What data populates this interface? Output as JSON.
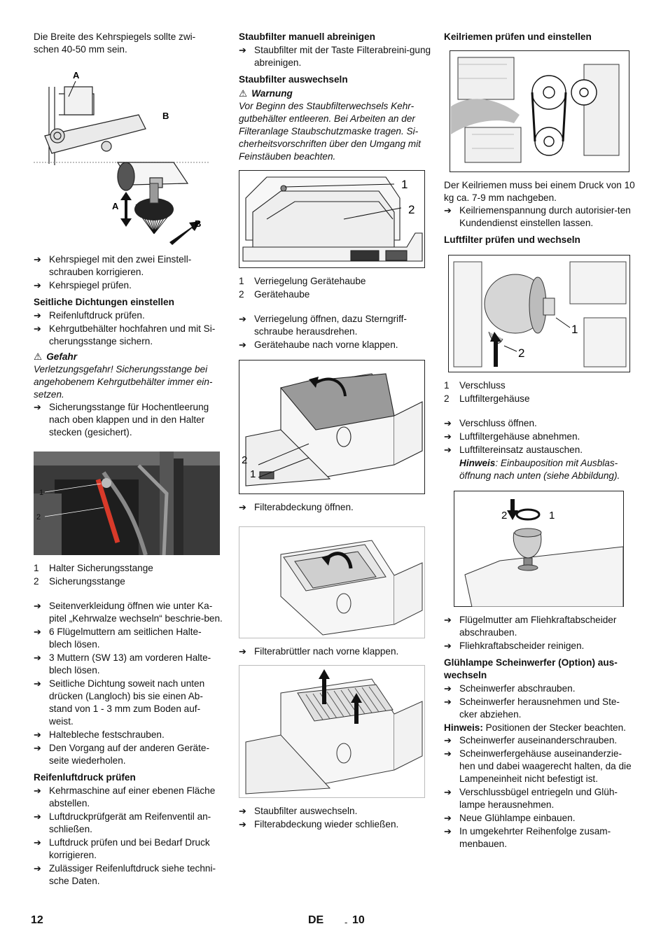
{
  "col1": {
    "intro": "Die Breite des Kehrspiegels sollte zwi-\nschen 40-50 mm sein.",
    "fig1_labels": [
      "A",
      "B",
      "A",
      "B"
    ],
    "steps_a": [
      "Kehrspiegel mit den zwei Einstell-schrauben korrigieren.",
      "Kehrspiegel prüfen."
    ],
    "heading1": "Seitliche Dichtungen einstellen",
    "steps_b": [
      "Reifenluftdruck prüfen.",
      "Kehrgutbehälter hochfahren und mit Si-cherungsstange sichern."
    ],
    "danger_title": "Gefahr",
    "danger_text": "Verletzungsgefahr! Sicherungsstange bei angehobenem Kehrgutbehälter immer ein-setzen.",
    "steps_c": [
      "Sicherungsstange für Hochentleerung nach oben klappen und in den Halter stecken (gesichert)."
    ],
    "fig2_labels": [
      "1",
      "2"
    ],
    "legend": [
      {
        "n": "1",
        "t": "Halter Sicherungsstange"
      },
      {
        "n": "2",
        "t": "Sicherungsstange"
      }
    ],
    "steps_d": [
      "Seitenverkleidung öffnen wie unter Ka-pitel „Kehrwalze wechseln“ beschrie-ben.",
      "6 Flügelmuttern am seitlichen Halte-blech lösen.",
      "3 Muttern (SW 13) am vorderen Halte-blech lösen.",
      "Seitliche Dichtung soweit nach unten drücken (Langloch) bis sie einen Ab-stand von 1 - 3 mm zum Boden auf-weist.",
      "Haltebleche festschrauben.",
      "Den Vorgang auf der anderen Geräte-seite wiederholen."
    ],
    "heading2": "Reifenluftdruck prüfen",
    "steps_e": [
      "Kehrmaschine auf einer ebenen Fläche abstellen.",
      "Luftdruckprüfgerät am Reifenventil an-schließen.",
      "Luftdruck prüfen und bei Bedarf Druck korrigieren.",
      "Zulässiger Reifenluftdruck siehe techni-sche Daten."
    ]
  },
  "col2": {
    "heading1": "Staubfilter manuell abreinigen",
    "steps_a": [
      "Staubfilter mit der Taste Filterabreini-gung abreinigen."
    ],
    "heading2": "Staubfilter auswechseln",
    "warning_title": "Warnung",
    "warning_text": "Vor Beginn des Staubfilterwechsels Kehr-gutbehälter entleeren. Bei Arbeiten an der Filteranlage Staubschutzmaske tragen. Si-cherheitsvorschriften über den Umgang mit Feinstäuben beachten.",
    "fig1_labels": [
      "1",
      "2"
    ],
    "legend": [
      {
        "n": "1",
        "t": "Verriegelung Gerätehaube"
      },
      {
        "n": "2",
        "t": "Gerätehaube"
      }
    ],
    "steps_b": [
      "Verriegelung öffnen, dazu Sterngriff-schraube herausdrehen.",
      "Gerätehaube nach vorne klappen."
    ],
    "fig2_labels": [
      "2",
      "1"
    ],
    "steps_c": [
      "Filterabdeckung öffnen."
    ],
    "steps_d": [
      "Filterabrüttler nach vorne klappen."
    ],
    "steps_e": [
      "Staubfilter auswechseln.",
      "Filterabdeckung wieder schließen."
    ]
  },
  "col3": {
    "heading1": "Keilriemen prüfen und einstellen",
    "para1": "Der Keilriemen muss bei einem Druck von 10 kg ca. 7-9 mm nachgeben.",
    "steps_a": [
      "Keilriemenspannung durch autorisier-ten Kundendienst einstellen lassen."
    ],
    "heading2": "Luftfilter prüfen und wechseln",
    "fig2_labels": [
      "1",
      "2"
    ],
    "legend": [
      {
        "n": "1",
        "t": "Verschluss"
      },
      {
        "n": "2",
        "t": "Luftfiltergehäuse"
      }
    ],
    "steps_b": [
      "Verschluss öffnen.",
      "Luftfiltergehäuse abnehmen.",
      "Luftfiltereinsatz austauschen."
    ],
    "hint_label": "Hinweis",
    "hint_text": ": Einbauposition mit Ausblas-öffnung nach unten (siehe Abbildung).",
    "fig3_labels": [
      "2",
      "1"
    ],
    "steps_c": [
      "Flügelmutter am Fliehkraftabscheider abschrauben.",
      "Fliehkraftabscheider reinigen."
    ],
    "heading3": "Glühlampe Scheinwerfer (Option) aus-wechseln",
    "steps_d": [
      "Scheinwerfer abschrauben.",
      "Scheinwerfer herausnehmen und Ste-cker abziehen."
    ],
    "hint2_label": "Hinweis:",
    "hint2_text": " Positionen der Stecker beachten.",
    "steps_e": [
      "Scheinwerfer auseinanderschrauben.",
      "Scheinwerfergehäuse auseinanderzie-hen und dabei waagerecht halten, da die Lampeneinheit nicht befestigt ist.",
      "Verschlussbügel entriegeln und Glüh-lampe herausnehmen.",
      "Neue Glühlampe einbauen.",
      "In umgekehrter Reihenfolge zusam-menbauen."
    ]
  },
  "footer": {
    "page": "12",
    "lang": "DE",
    "sep": "-",
    "num": "10"
  }
}
